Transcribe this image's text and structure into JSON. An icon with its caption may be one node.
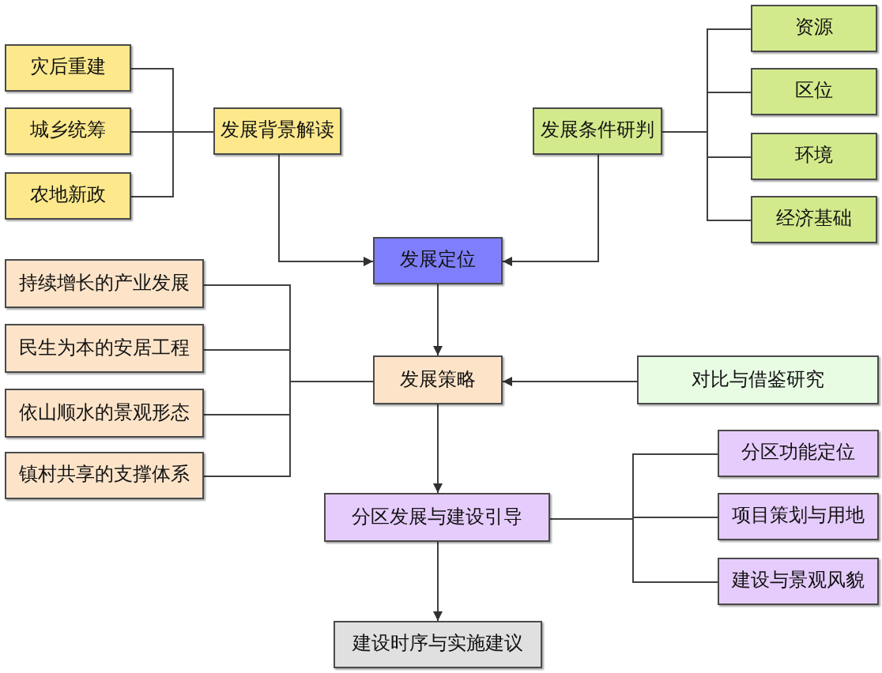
{
  "diagram": {
    "nodes": [
      {
        "text": [
          "灾后重建"
        ]
      },
      {
        "text": [
          "城乡统筹"
        ]
      },
      {
        "text": [
          "农地新政"
        ]
      },
      {
        "text": [
          "发展背景解读"
        ]
      },
      {
        "text": [
          "发展条件研判"
        ]
      },
      {
        "text": [
          "资源"
        ]
      },
      {
        "text": [
          "区位"
        ]
      },
      {
        "text": [
          "环境"
        ]
      },
      {
        "text": [
          "经济基础"
        ]
      },
      {
        "text": [
          "发展定位"
        ]
      },
      {
        "text": [
          "持续增长的产业发展"
        ]
      },
      {
        "text": [
          "民生为本的安居工程"
        ]
      },
      {
        "text": [
          "依山顺水的景观形态"
        ]
      },
      {
        "text": [
          "镇村共享的支撑体系"
        ]
      },
      {
        "text": [
          "发展策略"
        ]
      },
      {
        "text": [
          "对比与借鉴研究"
        ]
      },
      {
        "text": [
          "分区发展与建设引导"
        ]
      },
      {
        "text": [
          "分区功能定位"
        ]
      },
      {
        "text": [
          "项目策划与用地"
        ]
      },
      {
        "text": [
          "建设与景观风貌"
        ]
      },
      {
        "text": [
          "建设时序与实施建议"
        ]
      }
    ],
    "edges": [
      {
        "from": 0,
        "to": 3,
        "arrow": "none"
      },
      {
        "from": 1,
        "to": 3,
        "arrow": "none"
      },
      {
        "from": 2,
        "to": 3,
        "arrow": "none"
      },
      {
        "from": 3,
        "to": 9,
        "arrow": "to"
      },
      {
        "from": 4,
        "to": 9,
        "arrow": "to"
      },
      {
        "from": 4,
        "to": 5,
        "arrow": "none"
      },
      {
        "from": 4,
        "to": 6,
        "arrow": "none"
      },
      {
        "from": 4,
        "to": 7,
        "arrow": "none"
      },
      {
        "from": 4,
        "to": 8,
        "arrow": "none"
      },
      {
        "from": 9,
        "to": 14,
        "arrow": "to"
      },
      {
        "from": 10,
        "to": 14,
        "arrow": "none"
      },
      {
        "from": 11,
        "to": 14,
        "arrow": "none"
      },
      {
        "from": 12,
        "to": 14,
        "arrow": "none"
      },
      {
        "from": 13,
        "to": 14,
        "arrow": "none"
      },
      {
        "from": 15,
        "to": 14,
        "arrow": "to"
      },
      {
        "from": 14,
        "to": 16,
        "arrow": "to"
      },
      {
        "from": 16,
        "to": 17,
        "arrow": "none"
      },
      {
        "from": 16,
        "to": 18,
        "arrow": "none"
      },
      {
        "from": 16,
        "to": 19,
        "arrow": "none"
      },
      {
        "from": 16,
        "to": 20,
        "arrow": "to"
      }
    ]
  }
}
